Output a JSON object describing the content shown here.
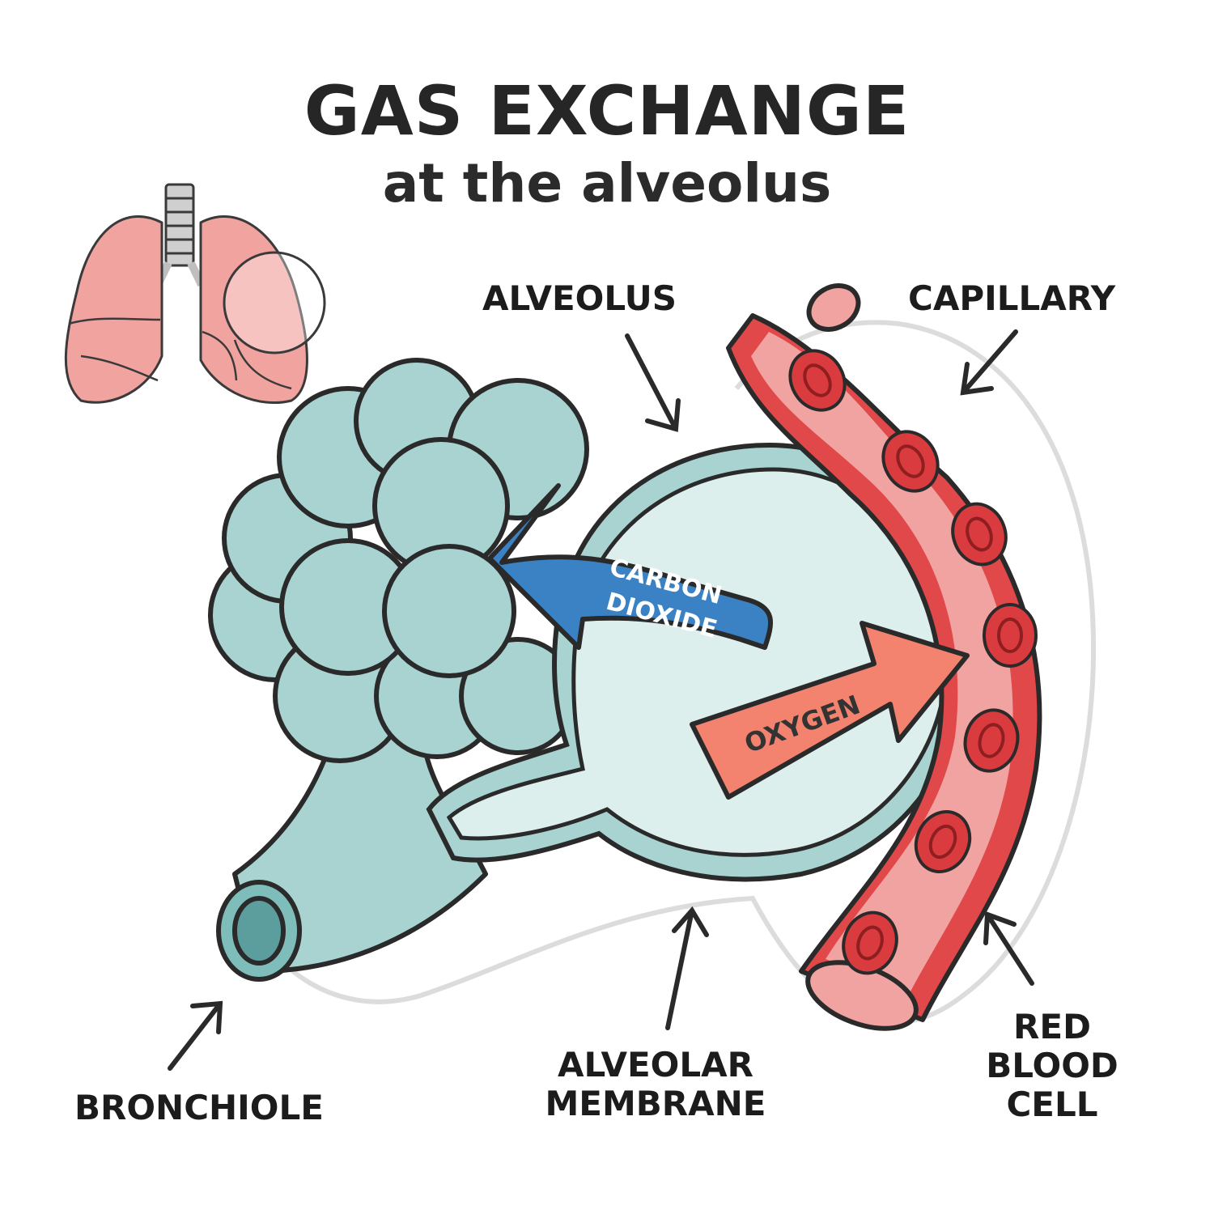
{
  "title": {
    "main": "GAS EXCHANGE",
    "sub": "at the alveolus"
  },
  "labels": {
    "alveolus": "ALVEOLUS",
    "capillary": "CAPILLARY",
    "bronchiole": "BRONCHIOLE",
    "alveolar_membrane": [
      "ALVEOLAR",
      "MEMBRANE"
    ],
    "red_blood_cell": [
      "RED",
      "BLOOD",
      "CELL"
    ]
  },
  "gases": {
    "carbon_dioxide": [
      "CARBON",
      "DIOXIDE"
    ],
    "oxygen": "OXYGEN"
  },
  "colors": {
    "alveolus_fill": "#a9d3d1",
    "alveolus_inner": "#dcefed",
    "outline": "#2a2a2a",
    "capillary_wall": "#e0484a",
    "capillary_inner": "#f0a3a0",
    "red_cell": "#d93b3e",
    "co2_arrow": "#3b82c4",
    "o2_arrow": "#f3826f",
    "lung_fill": "#f1a3a0"
  },
  "icons": [
    "lungs-icon",
    "magnifier-circle-icon"
  ]
}
